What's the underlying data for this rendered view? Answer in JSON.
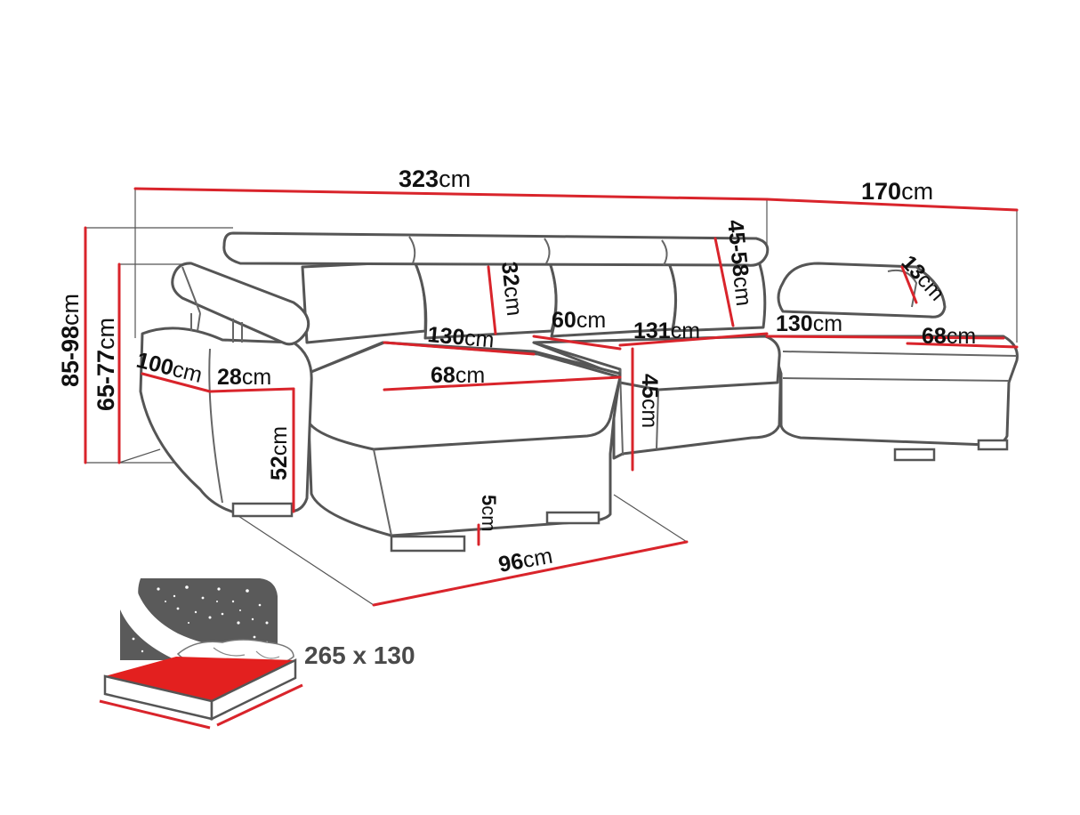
{
  "colors": {
    "dimension_line": "#d9242b",
    "outline": "#555555",
    "mattress": "#e3201f",
    "starry_bg": "#5a5a5a"
  },
  "dimensions": {
    "total_width": {
      "value": "323",
      "unit": "cm"
    },
    "right_width": {
      "value": "170",
      "unit": "cm"
    },
    "height_max": {
      "value": "85-98",
      "unit": "cm"
    },
    "height_min": {
      "value": "65-77",
      "unit": "cm"
    },
    "headrest_range": {
      "value": "45-58",
      "unit": "cm"
    },
    "headrest_height": {
      "value": "32",
      "unit": "cm"
    },
    "headrest_thickness": {
      "value": "13",
      "unit": "cm"
    },
    "armrest_length": {
      "value": "100",
      "unit": "cm"
    },
    "armrest_width": {
      "value": "28",
      "unit": "cm"
    },
    "left_chaise_length": {
      "value": "130",
      "unit": "cm"
    },
    "left_chaise_width": {
      "value": "68",
      "unit": "cm"
    },
    "seat_depth": {
      "value": "60",
      "unit": "cm"
    },
    "middle_width": {
      "value": "131",
      "unit": "cm"
    },
    "right_chaise_length": {
      "value": "130",
      "unit": "cm"
    },
    "right_chaise_width": {
      "value": "68",
      "unit": "cm"
    },
    "seat_height": {
      "value": "45",
      "unit": "cm"
    },
    "side_height": {
      "value": "52",
      "unit": "cm"
    },
    "leg_height": {
      "value": "5",
      "unit": "cm"
    },
    "depth": {
      "value": "96",
      "unit": "cm"
    }
  },
  "sleeping_area": {
    "label": "265 x 130"
  },
  "icons": [
    "bed-function-icon",
    "pillow-icon",
    "stars-icon"
  ]
}
